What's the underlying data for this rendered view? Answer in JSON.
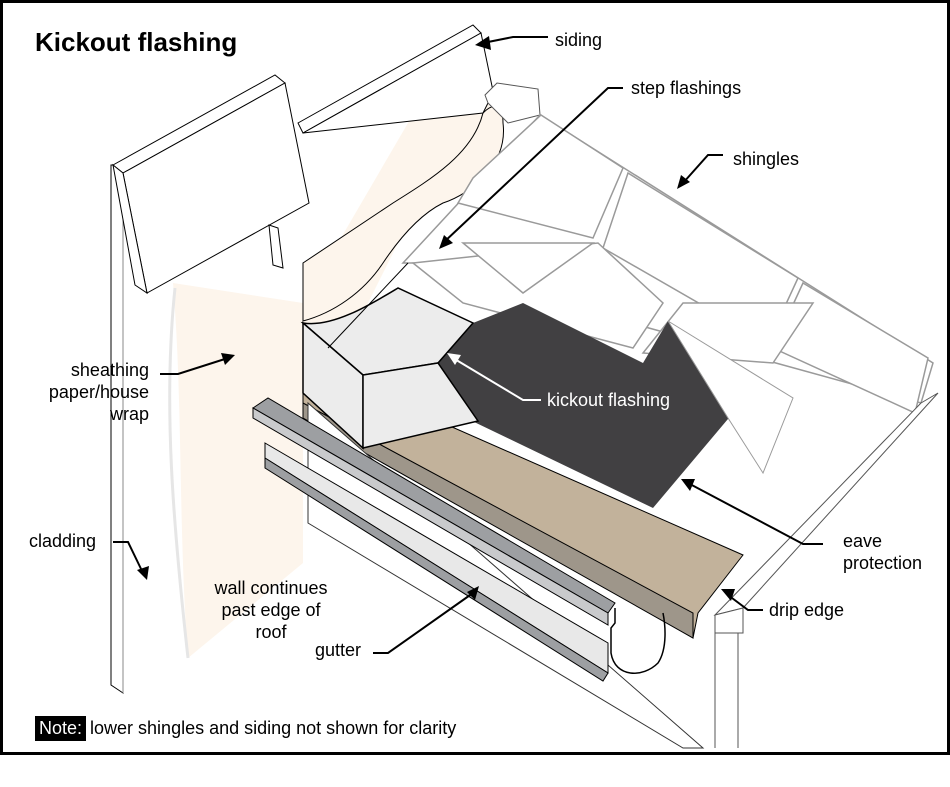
{
  "title": "Kickout flashing",
  "labels": {
    "siding": "siding",
    "step_flashings": "step flashings",
    "shingles": "shingles",
    "sheathing_line1": "sheathing",
    "sheathing_line2": "paper/house",
    "sheathing_line3": "wrap",
    "kickout_flashing": "kickout flashing",
    "cladding": "cladding",
    "wall_line1": "wall continues",
    "wall_line2": "past edge of",
    "wall_line3": "roof",
    "eave_line1": "eave",
    "eave_line2": "protection",
    "drip_edge": "drip edge",
    "gutter": "gutter"
  },
  "note": {
    "tag": "Note:",
    "text": "lower shingles and siding not shown for clarity"
  },
  "colors": {
    "house_wrap": "#fdf5ec",
    "eave_protection": "#414042",
    "drip_edge": "#c2b29b",
    "drip_edge_dark": "#9e968a",
    "flashing": "#ececec",
    "gutter": "#c9cacc",
    "gutter_dark": "#9d9fa2",
    "shingle_stroke": "#9a9a9a"
  }
}
